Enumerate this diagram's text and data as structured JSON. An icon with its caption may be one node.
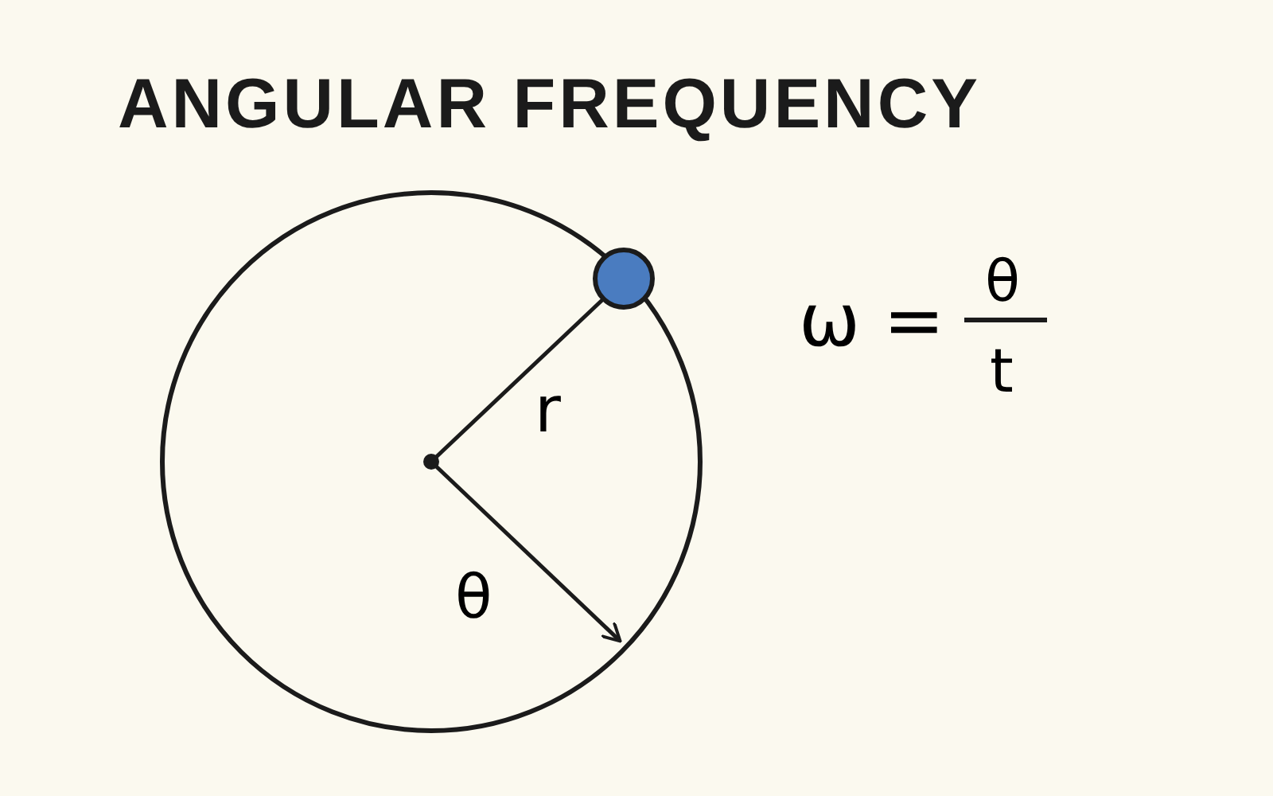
{
  "diagram": {
    "title": "ANGULAR FREQUENCY",
    "labels": [
      "ω =",
      "θ",
      "t",
      "r",
      "θ"
    ]
  }
}
